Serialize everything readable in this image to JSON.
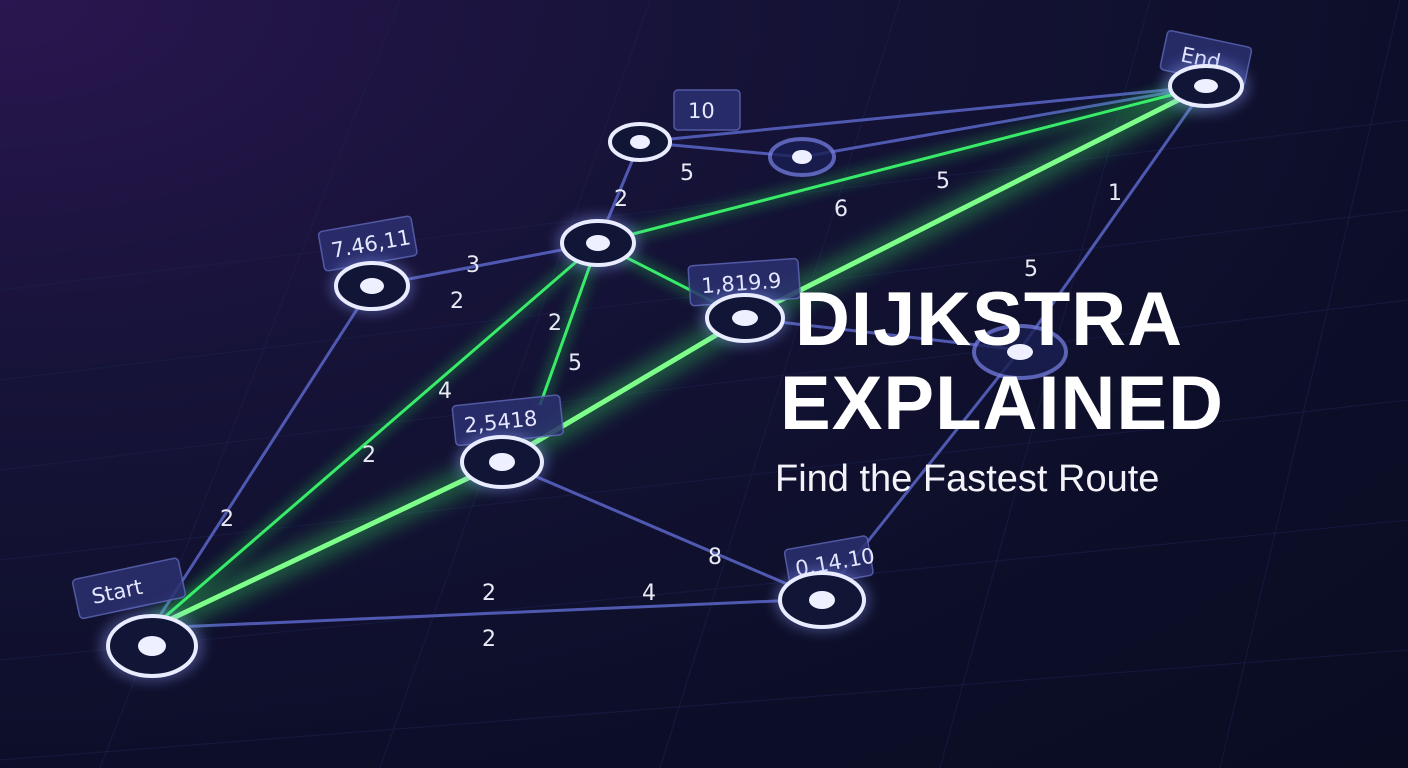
{
  "headline": {
    "line1": "DIJKSTRA",
    "line2": "EXPLAINED",
    "subtitle": "Find the Fastest Route"
  },
  "colors": {
    "background": "#0d0f2a",
    "shortest_path": "#3cff6e",
    "edge": "#5a66c8",
    "node": "#e9ecff"
  },
  "node_tags": {
    "start": "Start",
    "end": "End",
    "n_top": "10",
    "n_left": "7.46,11",
    "n_mid": "1,819.9",
    "n_center": "2,5418",
    "n_bottom": "0.14.10"
  },
  "edge_weights": {
    "w_top_a": "5",
    "w_top_b": "2",
    "w_left_a": "3",
    "w_left_b": "2",
    "w_mid_a": "2",
    "w_mid_b": "5",
    "w_diag_a": "4",
    "w_diag_b": "2",
    "w_far_left": "2",
    "w_green_a": "5",
    "w_green_b": "6",
    "w_right_a": "1",
    "w_right_b": "5",
    "w_low_a": "8",
    "w_bot_a": "2",
    "w_bot_b": "4",
    "w_bot_c": "2"
  }
}
